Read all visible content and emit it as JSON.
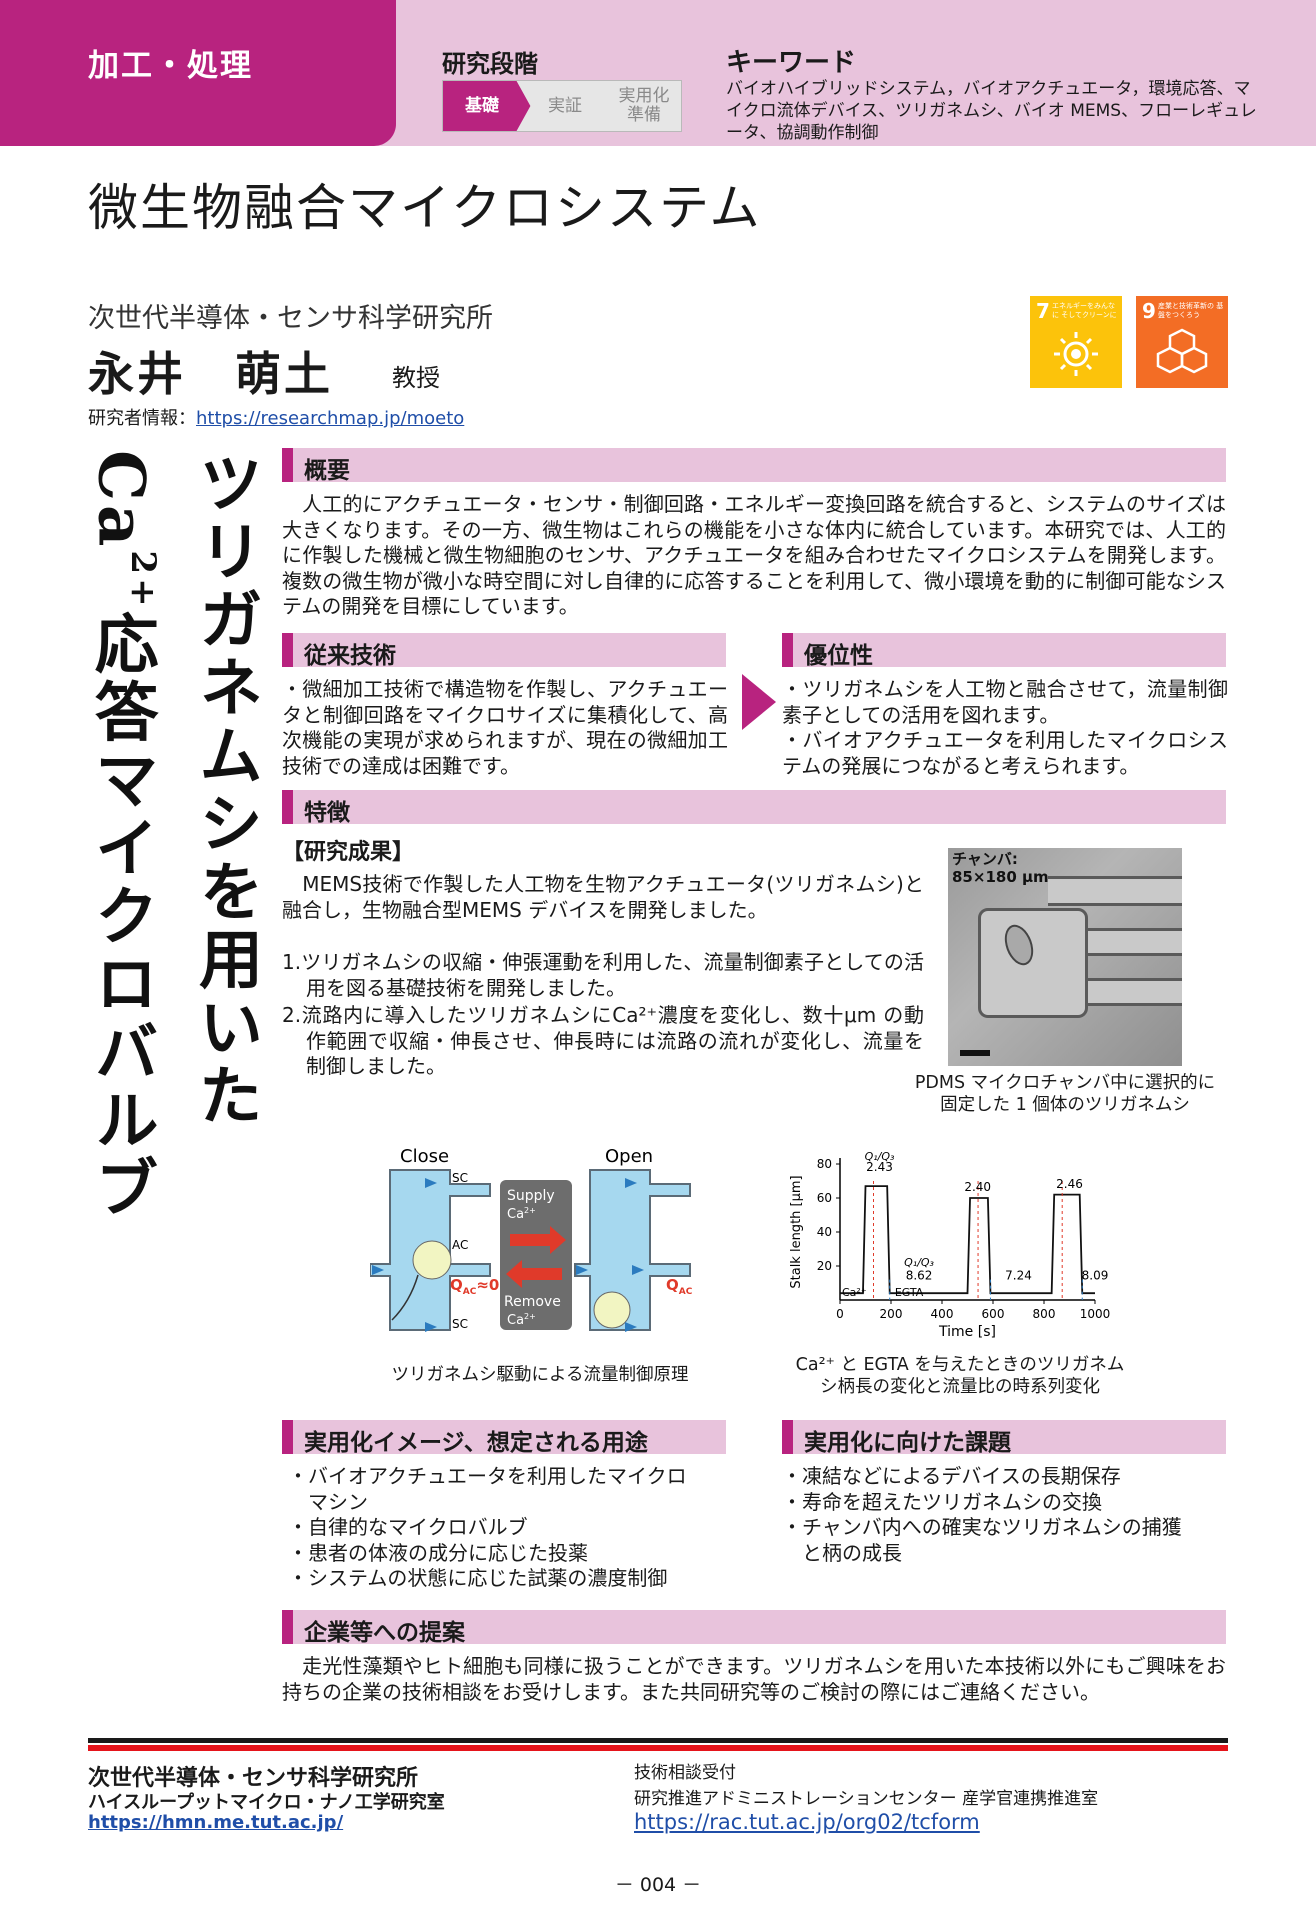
{
  "header": {
    "category": "加工・処理",
    "stage_title": "研究段階",
    "stages": [
      "基礎",
      "実証",
      "実用化\n準備"
    ],
    "keyword_title": "キーワード",
    "keywords": "バイオハイブリッドシステム，バイオアクチュエータ，環境応答、マイクロ流体デバイス、ツリガネムシ、バイオ MEMS、フローレギュレータ、協調動作制御"
  },
  "title": "微生物融合マイクロシステム",
  "researcher": {
    "institute": "次世代半導体・センサ科学研究所",
    "name": "永井　萌土",
    "role": "教授",
    "info_label": "研究者情報：",
    "info_url": "https://researchmap.jp/moeto"
  },
  "sdgs": [
    {
      "num": "7",
      "caption": "エネルギーをみんなに そしてクリーンに",
      "color": "#fcc30b",
      "icon": "sun-icon"
    },
    {
      "num": "9",
      "caption": "産業と技術革新の 基盤をつくろう",
      "color": "#f36d25",
      "icon": "cubes-icon"
    }
  ],
  "vertical_title": {
    "line1": "ツリガネムシを用いた",
    "line2a": "Ca",
    "line2sup": "2+",
    "line2b": "応答マイクロバルブ"
  },
  "sections": {
    "overview": {
      "heading": "概要",
      "body": "　人工的にアクチュエータ・センサ・制御回路・エネルギー変換回路を統合すると、システムのサイズは大きくなります。その一方、微生物はこれらの機能を小さな体内に統合しています。本研究では、人工的に作製した機械と微生物細胞のセンサ、アクチュエータを組み合わせたマイクロシステムを開発します。複数の微生物が微小な時空間に対し自律的に応答することを利用して、微小環境を動的に制御可能なシステムの開発を目標にしています。"
    },
    "prior": {
      "heading": "従来技術",
      "body": "・微細加工技術で構造物を作製し、アクチュエータと制御回路をマイクロサイズに集積化して、高次機能の実現が求められますが、現在の微細加工技術での達成は困難です。"
    },
    "advantage": {
      "heading": "優位性",
      "body": "・ツリガネムシを人工物と融合させて，流量制御素子としての活用を図れます。\n・バイオアクチュエータを利用したマイクロシステムの発展につながると考えられます。"
    },
    "features": {
      "heading": "特徴",
      "label": "【研究成果】",
      "intro": "　MEMS技術で作製した人工物を生物アクチュエータ(ツリガネムシ)と融合し，生物融合型MEMS デバイスを開発しました。",
      "item1": "1.ツリガネムシの収縮・伸張運動を利用した、流量制御素子としての活用を図る基礎技術を開発しました。",
      "item2": "2.流路内に導入したツリガネムシにCa²⁺濃度を変化し、数十μm の動作範囲で収縮・伸長させ、伸長時には流路の流れが変化し、流量を制御しました。",
      "photo_label": "チャンバ:\n85×180 μm",
      "photo_caption": "PDMS マイクロチャンバ中に選択的に\n固定した 1 個体のツリガネムシ",
      "diagram_caption": "ツリガネムシ駆動による流量制御原理",
      "chart_caption": "Ca²⁺ と EGTA を与えたときのツリガネム\nシ柄長の変化と流量比の時系列変化"
    },
    "applications": {
      "heading": "実用化イメージ、想定される用途",
      "items": [
        "・バイオアクチュエータを利用したマイクロ\n　マシン",
        "・自律的なマイクロバルブ",
        "・患者の体液の成分に応じた投薬",
        "・システムの状態に応じた試薬の濃度制御"
      ]
    },
    "challenges": {
      "heading": "実用化に向けた課題",
      "items": [
        "・凍結などによるデバイスの長期保存",
        "・寿命を超えたツリガネムシの交換",
        "・チャンバ内への確実なツリガネムシの捕獲\n　と柄の成長"
      ]
    },
    "proposal": {
      "heading": "企業等への提案",
      "body": "　走光性藻類やヒト細胞も同様に扱うことができます。ツリガネムシを用いた本技術以外にもご興味をお持ちの企業の技術相談をお受けします。また共同研究等のご検討の際にはご連絡ください。"
    }
  },
  "diagram": {
    "close": "Close",
    "open": "Open",
    "sc": "SC",
    "ac": "AC",
    "qac_zero": "≈0",
    "supply": "Supply",
    "remove": "Remove",
    "ca": "Ca",
    "ca_sup": "2+",
    "q": "Q",
    "q_sub": "AC"
  },
  "chart_data": {
    "type": "line",
    "xlabel": "Time [s]",
    "ylabel": "Stalk length [μm]",
    "xlim": [
      0,
      1000
    ],
    "ylim": [
      0,
      80
    ],
    "xticks": [
      0,
      200,
      400,
      600,
      800,
      1000
    ],
    "yticks": [
      20,
      40,
      60,
      80
    ],
    "series": [
      {
        "x": [
          0,
          90,
          100,
          185,
          195,
          500,
          510,
          580,
          590,
          830,
          840,
          940,
          950,
          1000
        ],
        "y": [
          4,
          4,
          67,
          67,
          4,
          4,
          60,
          60,
          4,
          4,
          62,
          62,
          4,
          4
        ]
      }
    ],
    "annotations": [
      {
        "text": "2.43",
        "x": 155,
        "y": 76
      },
      {
        "text": "2.40",
        "x": 540,
        "y": 64
      },
      {
        "text": "2.46",
        "x": 900,
        "y": 66
      },
      {
        "text": "8.62",
        "x": 310,
        "y": 12
      },
      {
        "text": "7.24",
        "x": 700,
        "y": 12
      },
      {
        "text": "8.09",
        "x": 1000,
        "y": 12
      }
    ],
    "ratio_top": "Q₁/Q₃",
    "ratio_mid": "Q₁/Q₃",
    "label_ca": "Ca²⁺",
    "label_egta": "EGTA"
  },
  "footer": {
    "institute": "次世代半導体・センサ科学研究所",
    "lab": "ハイスループットマイクロ・ナノ工学研究室",
    "lab_url": "https://hmn.me.tut.ac.jp/",
    "consult1": "技術相談受付",
    "consult2": "研究推進アドミニストレーションセンター 産学官連携推進室",
    "consult_url": "https://rac.tut.ac.jp/org02/tcform",
    "page": "－ 004 －"
  }
}
